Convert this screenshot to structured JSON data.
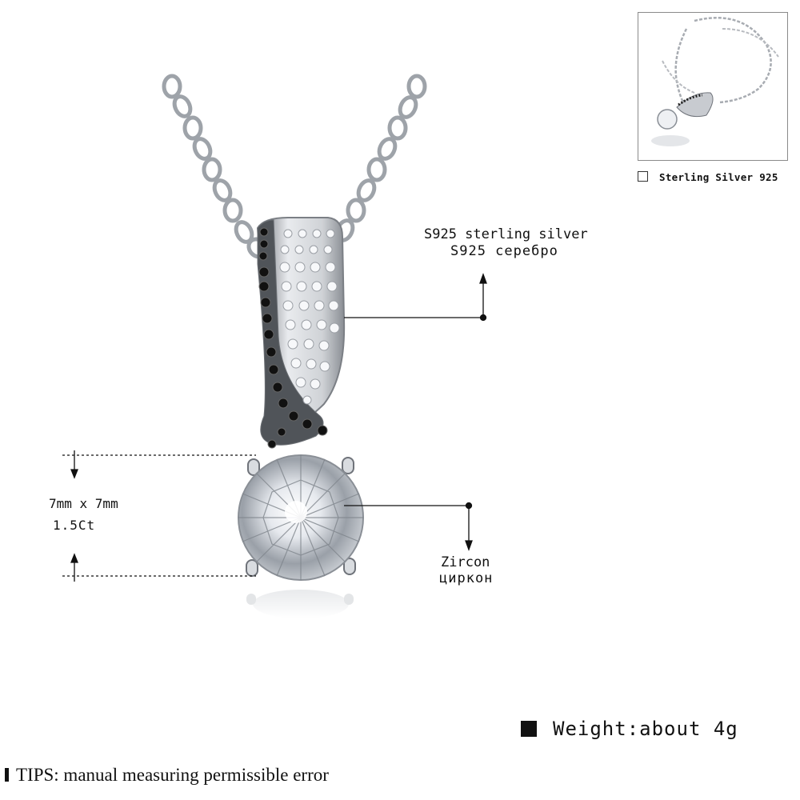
{
  "thumbnail": {
    "caption": "Sterling Silver 925"
  },
  "annotations": {
    "material_en": "S925 sterling silver",
    "material_ru": "S925 серебро",
    "stone_size": "7mm x 7mm",
    "stone_carat": "1.5Ct",
    "stone_en": "Zircon",
    "stone_ru": "циркон"
  },
  "footer": {
    "weight": "Weight:about 4g",
    "tips": "TIPS: manual measuring permissible error"
  }
}
